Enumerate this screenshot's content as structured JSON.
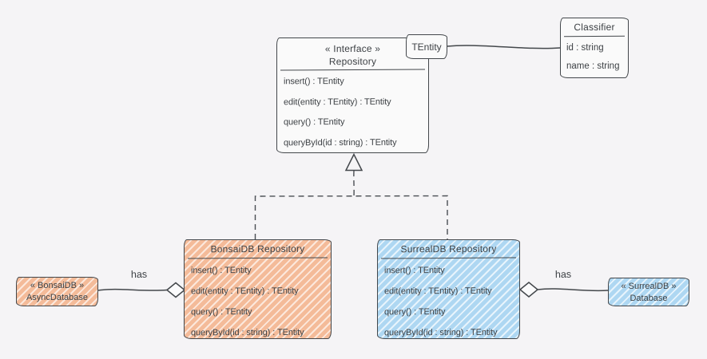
{
  "colors": {
    "background": "#f5f4f6",
    "stroke": "#43474b",
    "node_fill": "#fafafa",
    "bonsai_fill": "#f4bb99",
    "surreal_fill": "#aed7f2"
  },
  "interface_box": {
    "stereotype": "« Interface »",
    "name": "Repository",
    "methods": [
      "insert() : TEntity",
      "edit(entity : TEntity) : TEntity",
      "query() : TEntity",
      "queryById(id : string) : TEntity"
    ]
  },
  "tentity_box": {
    "label": "TEntity"
  },
  "classifier_box": {
    "name": "Classifier",
    "attributes": [
      "id : string",
      "name : string"
    ]
  },
  "bonsai_repo_box": {
    "name": "BonsaiDB Repository",
    "methods": [
      "insert() : TEntity",
      "edit(entity : TEntity) : TEntity",
      "query() : TEntity",
      "queryById(id : string) : TEntity"
    ]
  },
  "surreal_repo_box": {
    "name": "SurrealDB Repository",
    "methods": [
      "insert() : TEntity",
      "edit(entity : TEntity) : TEntity",
      "query() : TEntity",
      "queryById(id : string) : TEntity"
    ]
  },
  "bonsai_db_box": {
    "stereotype": "« BonsaiDB »",
    "name": "AsyncDatabase"
  },
  "surreal_db_box": {
    "stereotype": "« SurrealDB »",
    "name": "Database"
  },
  "edges": {
    "bonsai_has_label": "has",
    "surreal_has_label": "has"
  }
}
